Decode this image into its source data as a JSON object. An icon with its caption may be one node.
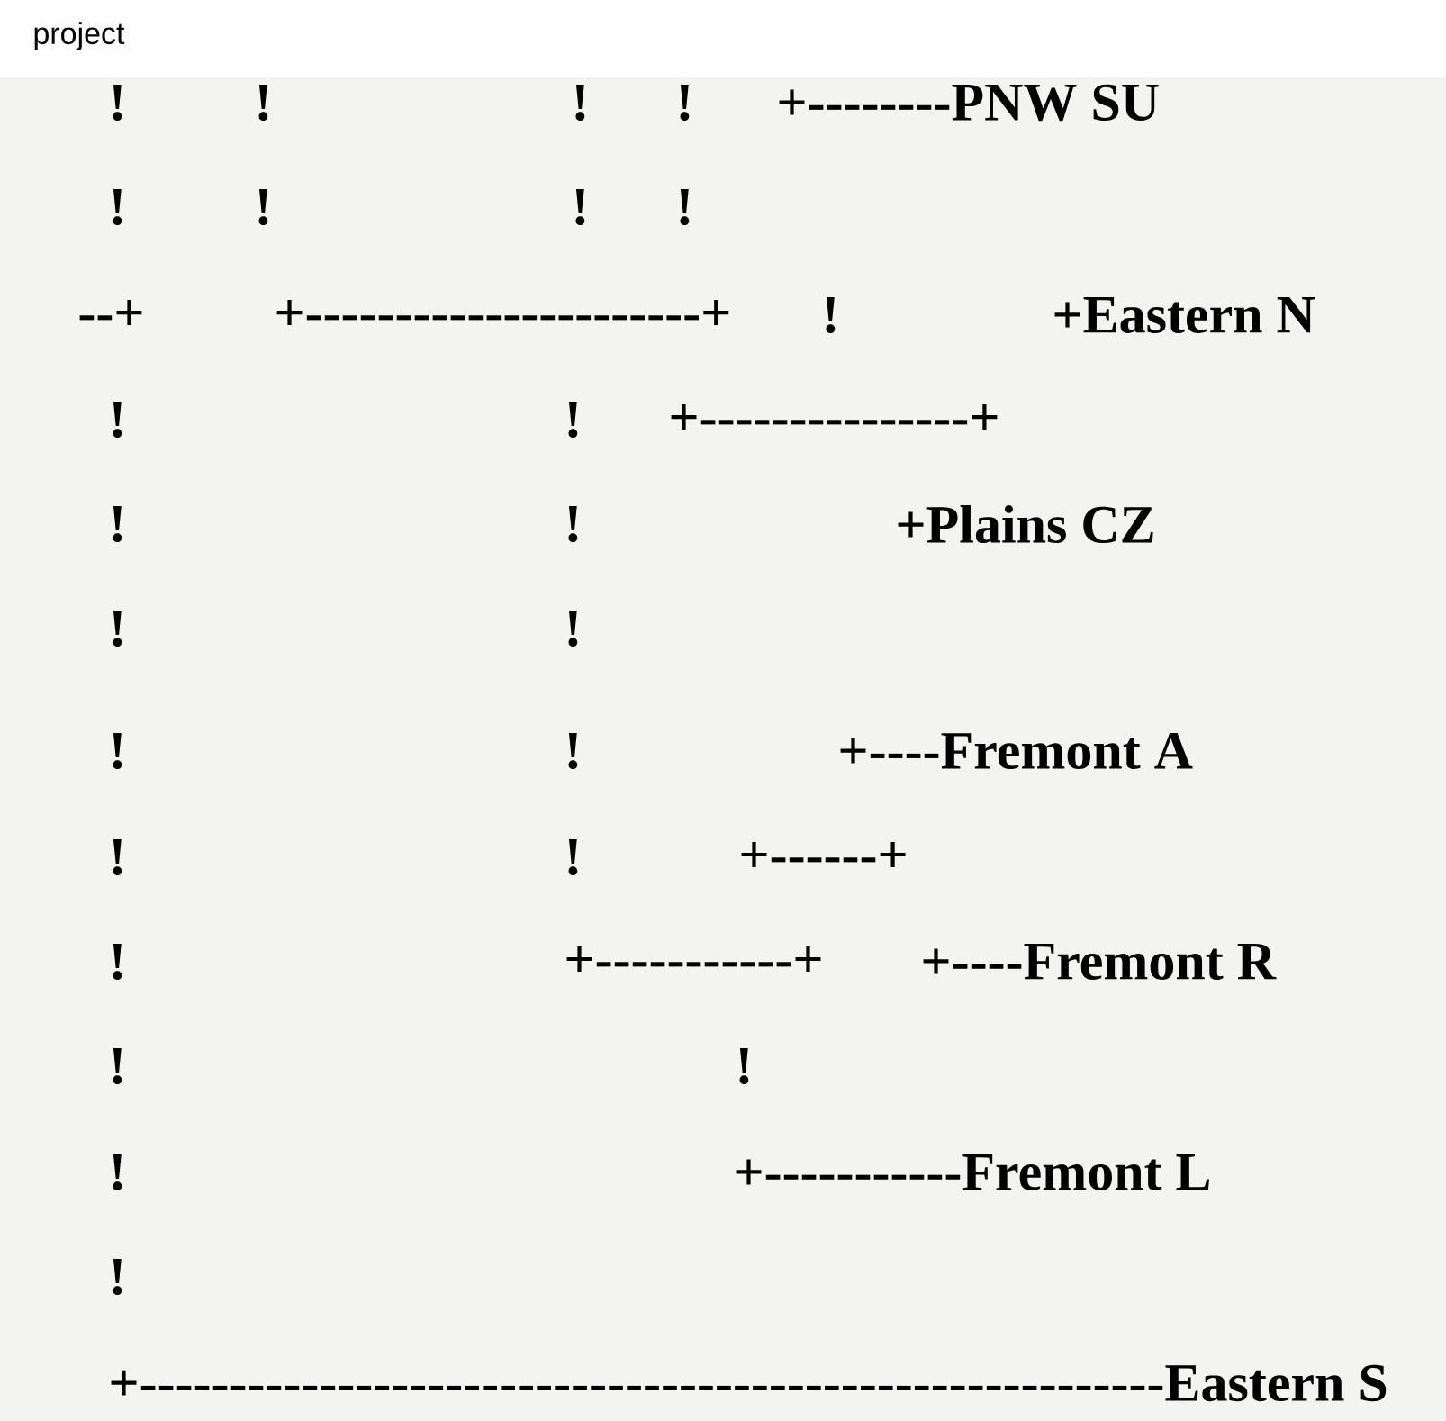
{
  "diagram": {
    "labels": [
      "project",
      "!",
      "!",
      "!",
      "!",
      "+--------PNW SU",
      "!",
      "!",
      "!",
      "!",
      "--+",
      "+----------------------+",
      "!",
      "+Eastern N",
      "!",
      "!",
      "+---------------+",
      "!",
      "!",
      "+Plains CZ",
      "!",
      "!",
      "!",
      "!",
      "+----Fremont A",
      "!",
      "!",
      "+------+",
      "!",
      "+-----------+",
      "+----Fremont R",
      "!",
      "!",
      "!",
      "+-----------Fremont L",
      "!",
      "+---------------------------------------------------------Eastern S"
    ]
  }
}
